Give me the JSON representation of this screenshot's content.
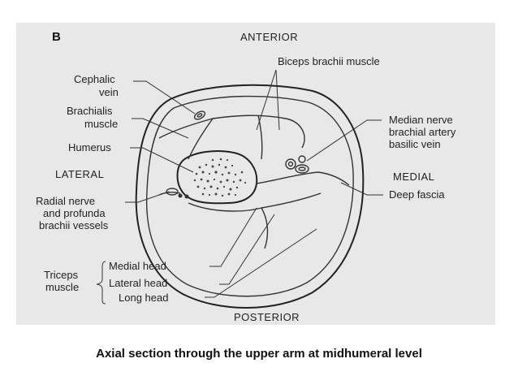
{
  "figure": {
    "panel_letter": "B",
    "orientation": {
      "anterior": "ANTERIOR",
      "posterior": "POSTERIOR",
      "lateral": "LATERAL",
      "medial": "MEDIAL"
    },
    "labels": {
      "biceps": "Biceps brachii muscle",
      "cephalic_line1": "Cephalic",
      "cephalic_line2": "vein",
      "brachialis_line1": "Brachialis",
      "brachialis_line2": "muscle",
      "humerus": "Humerus",
      "radial_line1": "Radial nerve",
      "radial_line2": "and profunda",
      "radial_line3": "brachii vessels",
      "median_line1": "Median nerve",
      "median_line2": "brachial artery",
      "median_line3": "basilic vein",
      "deep_fascia": "Deep fascia",
      "triceps_line1": "Triceps",
      "triceps_line2": "muscle",
      "medial_head": "Medial head",
      "lateral_head": "Lateral head",
      "long_head": "Long head"
    }
  },
  "caption": "Axial section through the upper arm at midhumeral level"
}
